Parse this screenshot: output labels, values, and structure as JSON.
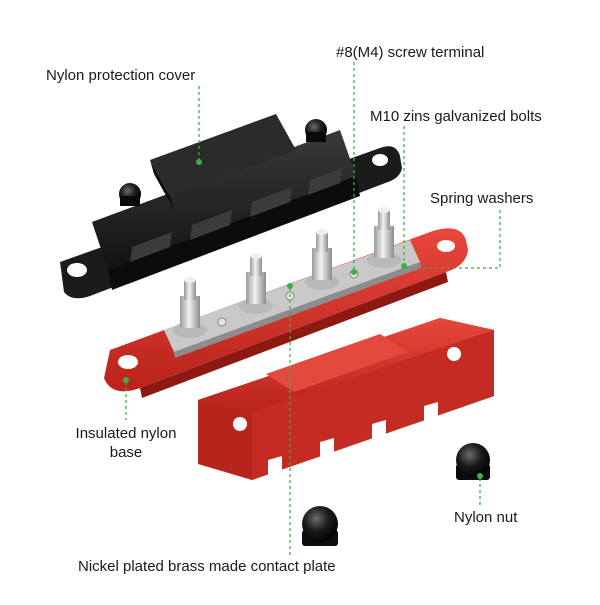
{
  "labels": {
    "nylon_protection_cover": "Nylon protection cover",
    "screw_terminal": "#8(M4) screw terminal",
    "galvanized_bolts": "M10 zins galvanized bolts",
    "spring_washers": "Spring washers",
    "insulated_base_line1": "Insulated nylon",
    "insulated_base_line2": "base",
    "nylon_nut": "Nylon nut",
    "contact_plate": "Nickel plated brass made contact plate"
  },
  "colors": {
    "leader": "#3cb043",
    "cover_black": "#1d1d1d",
    "cover_red": "#d63a2f",
    "base_red": "#c8261e",
    "brass_plate": "#c9c9c9",
    "bolt_steel": "#dcdcdc"
  },
  "icons": {
    "nut": "acorn-cap-nut",
    "bolt": "threaded-stud"
  }
}
